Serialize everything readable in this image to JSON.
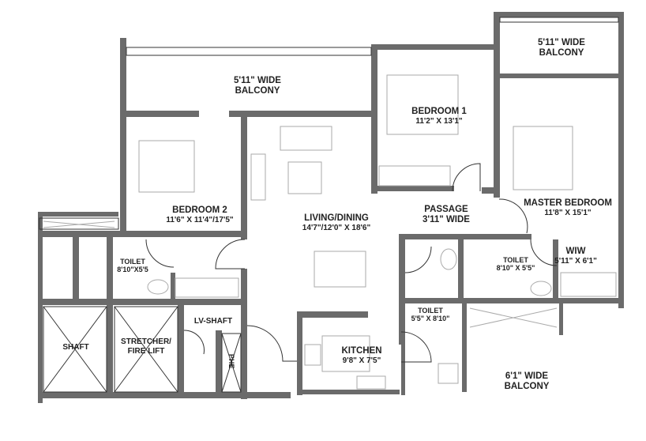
{
  "rooms": {
    "balcony_main": {
      "name": "5'11\" WIDE",
      "size": "BALCONY"
    },
    "balcony_master": {
      "name": "5'11\" WIDE",
      "size": "BALCONY"
    },
    "bedroom1": {
      "name": "BEDROOM 1",
      "size": "11'2\" X 13'1\""
    },
    "bedroom2": {
      "name": "BEDROOM 2",
      "size": "11'6\" X 11'4\"/17'5\""
    },
    "living": {
      "name": "LIVING/DINING",
      "size": "14'7\"/12'0\" X 18'6\""
    },
    "passage": {
      "name": "PASSAGE",
      "size": "3'11\" WIDE"
    },
    "master": {
      "name": "MASTER BEDROOM",
      "size": "11'8\" X 15'1\""
    },
    "wiw": {
      "name": "WIW",
      "size": "5'11\" X 6'1\""
    },
    "toilet_b2": {
      "name": "TOILET",
      "size": "8'10\"X5'5"
    },
    "toilet_master": {
      "name": "TOILET",
      "size": "8'10\" X 5'5\""
    },
    "toilet_common": {
      "name": "TOILET",
      "size": "5'5\" X 8'10\""
    },
    "kitchen": {
      "name": "KITCHEN",
      "size": "9'8\" X 7'5\""
    },
    "balcony_kitchen": {
      "name": "6'1\" WIDE",
      "size": "BALCONY"
    },
    "shaft": {
      "name": "SHAFT"
    },
    "fire_lift": {
      "name": "STRETCHER/",
      "size": "FIRE LIFT"
    },
    "lv_shaft": {
      "name": "LV-SHAFT"
    },
    "phe": {
      "name": "PHE"
    }
  },
  "colors": {
    "wall": "#6b6b6b",
    "line": "#333333"
  }
}
